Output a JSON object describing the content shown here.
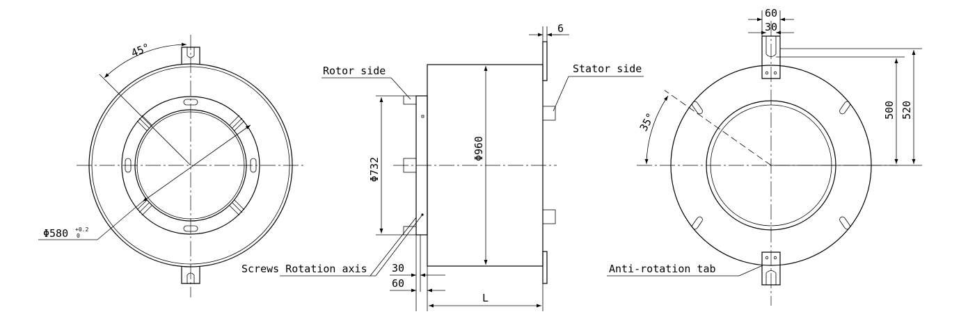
{
  "labels": {
    "rotor_side": "Rotor side",
    "stator_side": "Stator side",
    "screws_rotation_axis": "Screws Rotation axis",
    "anti_rotation_tab": "Anti-rotation tab"
  },
  "dimensions": {
    "angle_front": "45°",
    "inner_diameter": "Φ580",
    "inner_tolerance_upper": "+0.2",
    "inner_tolerance_lower": "0",
    "rotor_diameter": "Φ732",
    "outer_diameter": "Φ960",
    "flange_thickness": "6",
    "tab_offset_30": "30",
    "tab_offset_60": "60",
    "length": "L",
    "tab_width": "60",
    "tab_slot": "30",
    "angle_rear": "35°",
    "height_500": "500",
    "height_520": "520"
  }
}
